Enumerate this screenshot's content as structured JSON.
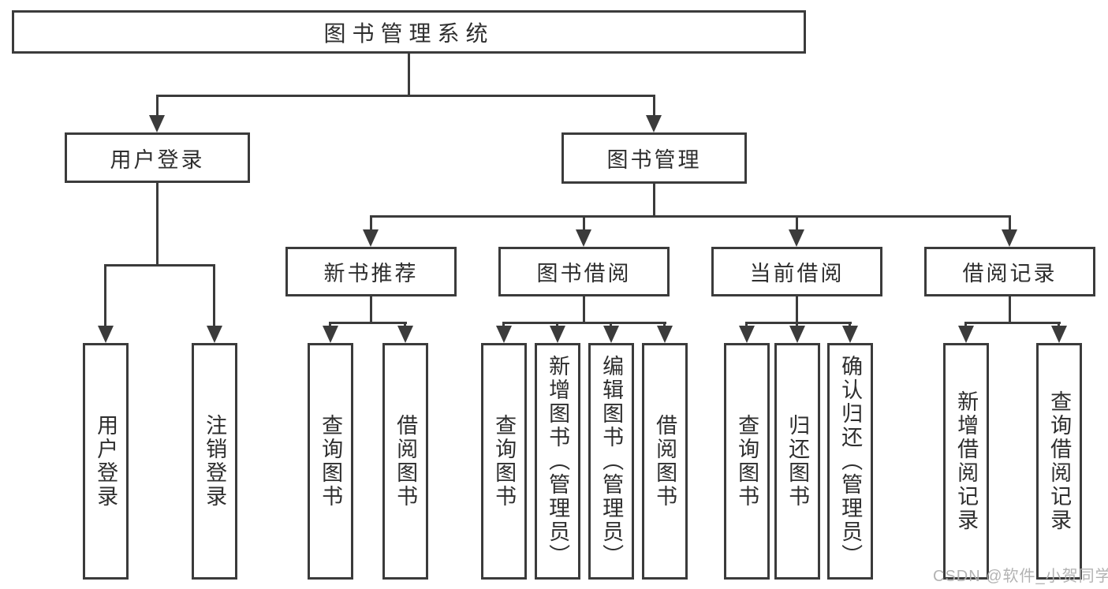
{
  "diagram": {
    "type": "hierarchy",
    "root": {
      "label": "图书管理系统",
      "children": [
        {
          "label": "用户登录",
          "children": [
            {
              "label": "用户登录"
            },
            {
              "label": "注销登录"
            }
          ]
        },
        {
          "label": "图书管理",
          "children": [
            {
              "label": "新书推荐",
              "children": [
                {
                  "label": "查询图书"
                },
                {
                  "label": "借阅图书"
                }
              ]
            },
            {
              "label": "图书借阅",
              "children": [
                {
                  "label": "查询图书"
                },
                {
                  "label": "新增图书（管理员）"
                },
                {
                  "label": "编辑图书（管理员）"
                },
                {
                  "label": "借阅图书"
                }
              ]
            },
            {
              "label": "当前借阅",
              "children": [
                {
                  "label": "查询图书"
                },
                {
                  "label": "归还图书"
                },
                {
                  "label": "确认归还（管理员）"
                }
              ]
            },
            {
              "label": "借阅记录",
              "children": [
                {
                  "label": "新增借阅记录"
                },
                {
                  "label": "查询借阅记录"
                }
              ]
            }
          ]
        }
      ]
    },
    "colors": {
      "line": "#3b3b3b",
      "text": "#2e2e2e",
      "background": "#ffffff",
      "watermark": "#b0b0b0"
    }
  },
  "watermark": {
    "text": "CSDN @软件_小贺同学"
  }
}
